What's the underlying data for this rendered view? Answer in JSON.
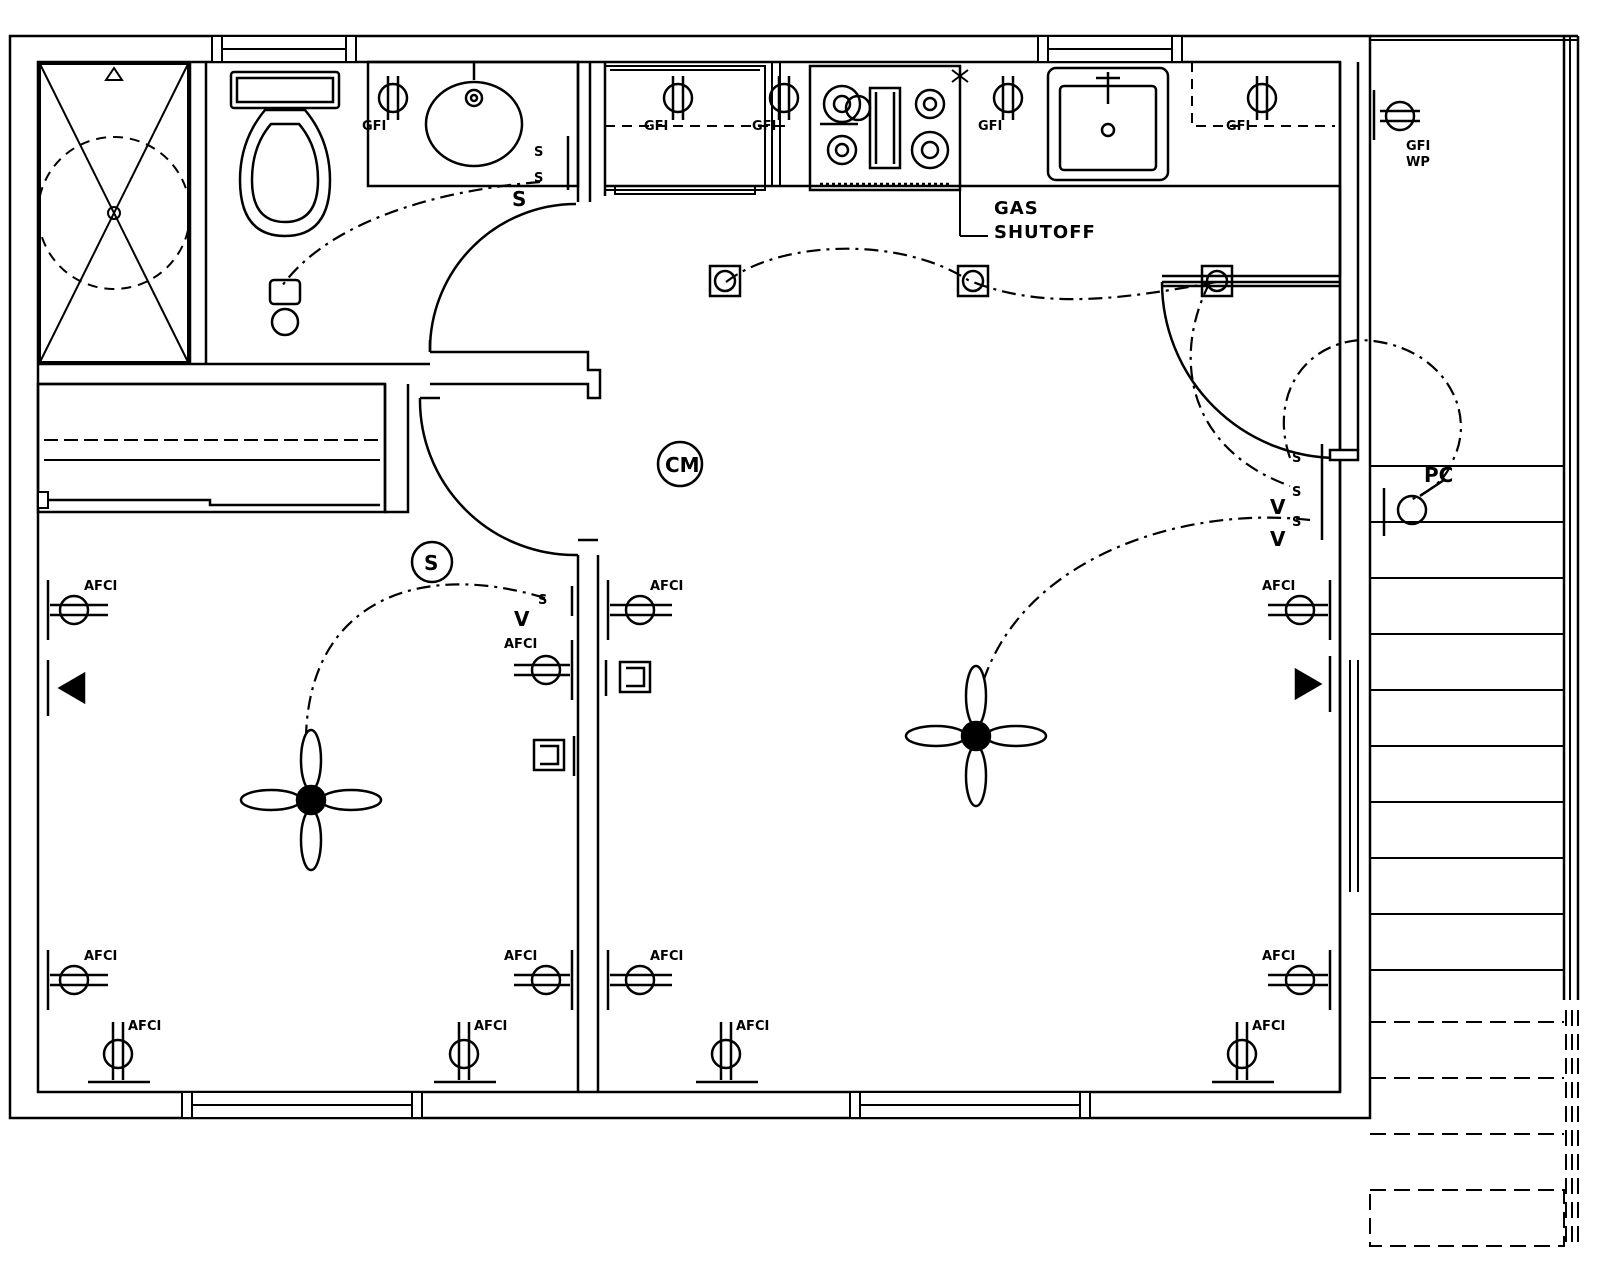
{
  "labels": {
    "afci": "AFCI",
    "gfi": "GFI",
    "wp": "WP",
    "gas_line1": "GAS",
    "gas_line2": "SHUTOFF",
    "smoke": "S",
    "carbon_monoxide": "CM",
    "photocell": "PC",
    "switch": "S",
    "dryer_vent": "V",
    "bath_switch": "S"
  },
  "colors": {
    "ink": "#000000",
    "paper": "#ffffff"
  }
}
